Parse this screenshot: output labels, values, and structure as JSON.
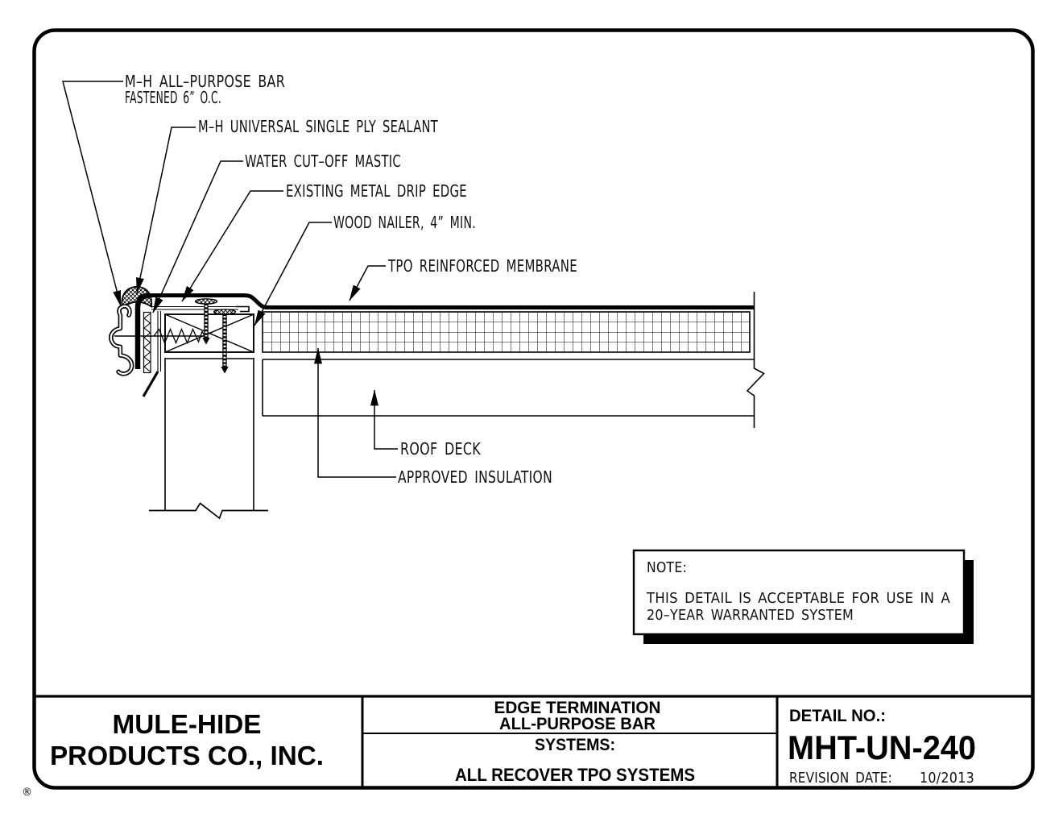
{
  "sheet": {
    "background_color": "#ffffff",
    "line_color": "#000000"
  },
  "drawing": {
    "callouts": [
      {
        "id": "all-purpose-bar",
        "lines": [
          "M–H ALL–PURPOSE BAR",
          "FASTENED 6” O.C."
        ]
      },
      {
        "id": "single-ply-sealant",
        "lines": [
          "M–H UNIVERSAL SINGLE PLY SEALANT"
        ]
      },
      {
        "id": "water-cut-off-mastic",
        "lines": [
          "WATER CUT–OFF MASTIC"
        ]
      },
      {
        "id": "existing-metal-drip-edge",
        "lines": [
          "EXISTING METAL DRIP EDGE"
        ]
      },
      {
        "id": "wood-nailer",
        "lines": [
          "WOOD NAILER, 4” MIN."
        ]
      },
      {
        "id": "tpo-reinforced-membrane",
        "lines": [
          "TPO REINFORCED MEMBRANE"
        ]
      },
      {
        "id": "roof-deck",
        "lines": [
          "ROOF DECK"
        ]
      },
      {
        "id": "approved-insulation",
        "lines": [
          "APPROVED INSULATION"
        ]
      }
    ],
    "note": {
      "title": "NOTE:",
      "lines": [
        "THIS DETAIL IS ACCEPTABLE FOR USE IN A",
        "20–YEAR WARRANTED SYSTEM"
      ]
    }
  },
  "title_block": {
    "company_line1": "MULE-HIDE",
    "company_line2": "PRODUCTS CO., INC.",
    "registered_mark": "®",
    "title_line1": "EDGE TERMINATION",
    "title_line2": "ALL-PURPOSE BAR",
    "systems_label": "SYSTEMS:",
    "systems_value": "ALL RECOVER TPO SYSTEMS",
    "detail_no_label": "DETAIL NO.:",
    "detail_no_value": "MHT-UN-240",
    "revision_label": "REVISION DATE:",
    "revision_value": "10/2013"
  }
}
